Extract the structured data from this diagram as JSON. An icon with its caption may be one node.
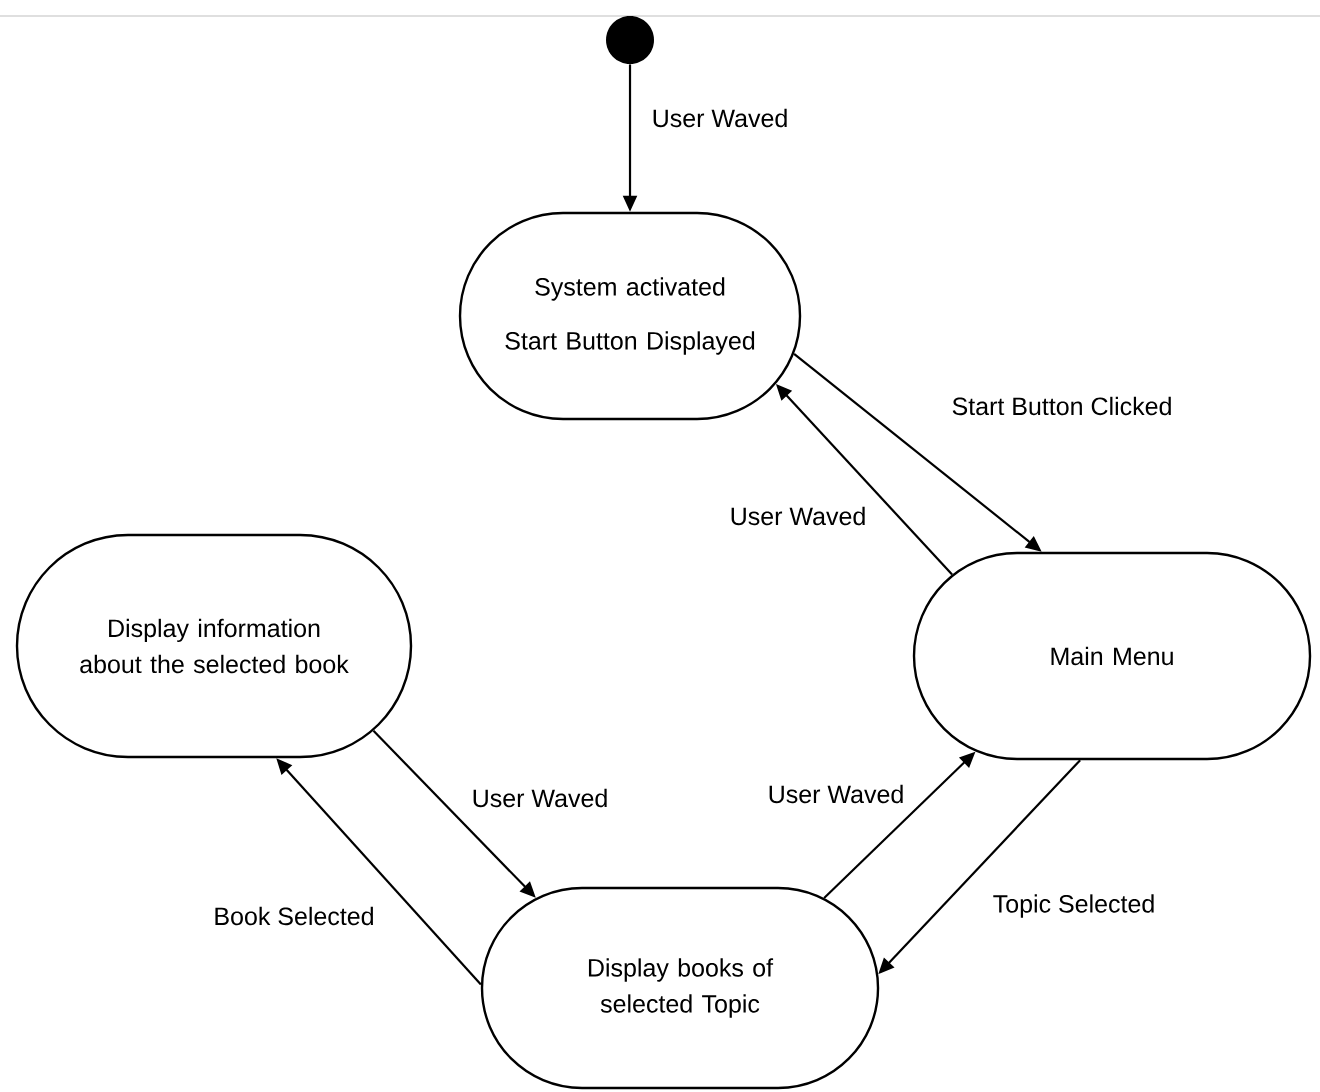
{
  "diagram": {
    "nodes": [
      {
        "text": [],
        "shape": "circle"
      },
      {
        "text": [
          "System activated",
          "Start Button Displayed"
        ]
      },
      {
        "text": [
          "Main Menu"
        ]
      },
      {
        "text": [
          "Display information about the selected book"
        ]
      },
      {
        "text": [
          "Display books of selected Topic"
        ]
      }
    ],
    "edges": [
      {
        "from": 0,
        "to": 1,
        "arrow": "to",
        "label": "User Waved"
      },
      {
        "from": 1,
        "to": 2,
        "arrow": "to",
        "label": "Start Button Clicked"
      },
      {
        "from": 2,
        "to": 1,
        "arrow": "to",
        "label": "User Waved"
      },
      {
        "from": 2,
        "to": 4,
        "arrow": "to",
        "label": "Topic Selected"
      },
      {
        "from": 4,
        "to": 2,
        "arrow": "to",
        "label": "User Waved"
      },
      {
        "from": 3,
        "to": 4,
        "arrow": "to",
        "label": "User Waved"
      },
      {
        "from": 4,
        "to": 3,
        "arrow": "to",
        "label": "Book Selected"
      }
    ]
  }
}
